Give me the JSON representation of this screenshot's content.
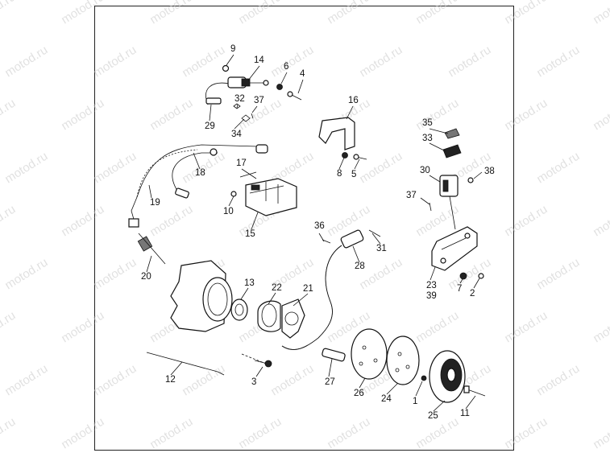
{
  "watermark": "motod.ru",
  "colors": {
    "line": "#111111",
    "watermark": "#c9c9c9",
    "frame": "#222222"
  },
  "callouts": [
    "9",
    "14",
    "6",
    "4",
    "32",
    "37",
    "29",
    "34",
    "16",
    "18",
    "17",
    "8",
    "5",
    "35",
    "33",
    "30",
    "38",
    "19",
    "10",
    "15",
    "37",
    "36",
    "31",
    "28",
    "20",
    "13",
    "22",
    "21",
    "23",
    "39",
    "7",
    "2",
    "12",
    "3",
    "27",
    "26",
    "24",
    "1",
    "25",
    "11"
  ]
}
